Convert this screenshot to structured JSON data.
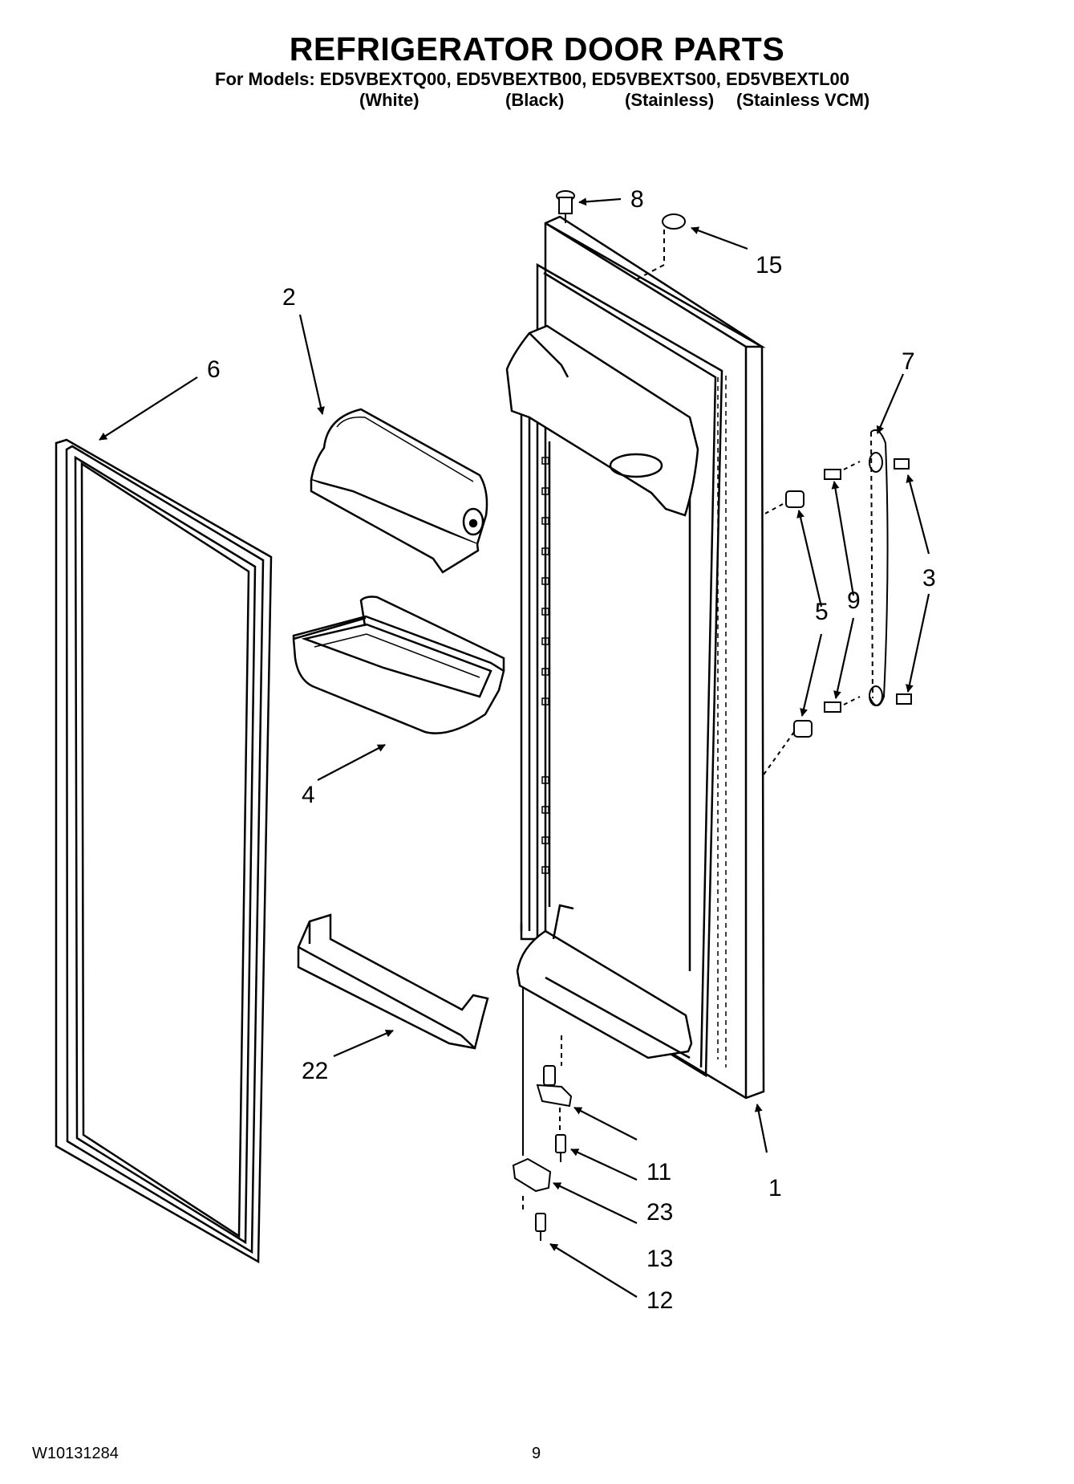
{
  "header": {
    "title": "REFRIGERATOR DOOR PARTS",
    "models_line": "For Models: ED5VBEXTQ00, ED5VBEXTB00, ED5VBEXTS00, ED5VBEXTL00",
    "variants": [
      "(White)",
      "(Black)",
      "(Stainless)",
      "(Stainless VCM)"
    ]
  },
  "callouts": [
    "8",
    "15",
    "2",
    "6",
    "7",
    "3",
    "9",
    "5",
    "4",
    "22",
    "11",
    "23",
    "1",
    "13",
    "12"
  ],
  "footer": {
    "doc_number": "W10131284",
    "page_number": "9"
  }
}
